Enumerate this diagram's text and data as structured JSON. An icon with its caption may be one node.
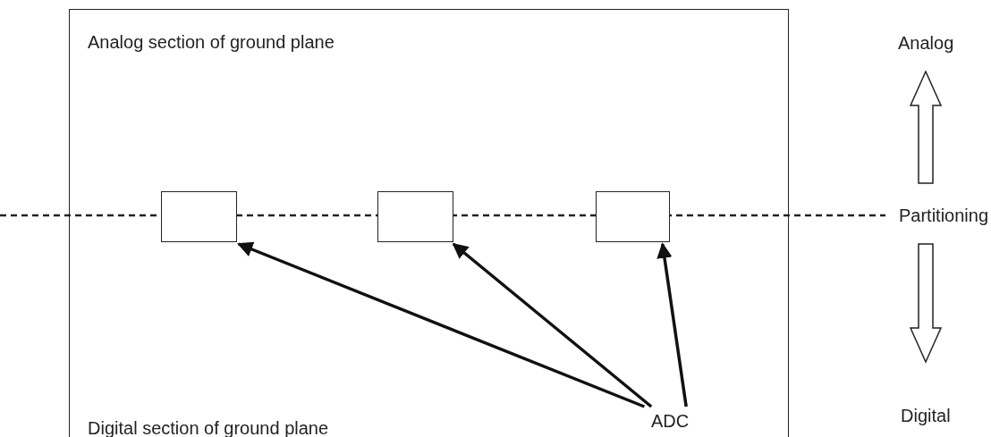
{
  "diagram": {
    "nodes": [
      {
        "text": [
          "Analog section of ground plane",
          "Digital section of ground plane"
        ]
      },
      {
        "text": [],
        "shape": "box",
        "in": 0
      },
      {
        "text": [],
        "shape": "box",
        "in": 0
      },
      {
        "text": [],
        "shape": "box",
        "in": 0
      },
      {
        "text": [
          "ADC"
        ],
        "in": 0
      }
    ],
    "edges": [
      {
        "from": 4,
        "to": 1,
        "arrow": "to"
      },
      {
        "from": 4,
        "to": 2,
        "arrow": "to"
      },
      {
        "from": 4,
        "to": 3,
        "arrow": "to"
      }
    ],
    "labels": [
      "Analog",
      "Partitioning",
      "Digital"
    ]
  }
}
